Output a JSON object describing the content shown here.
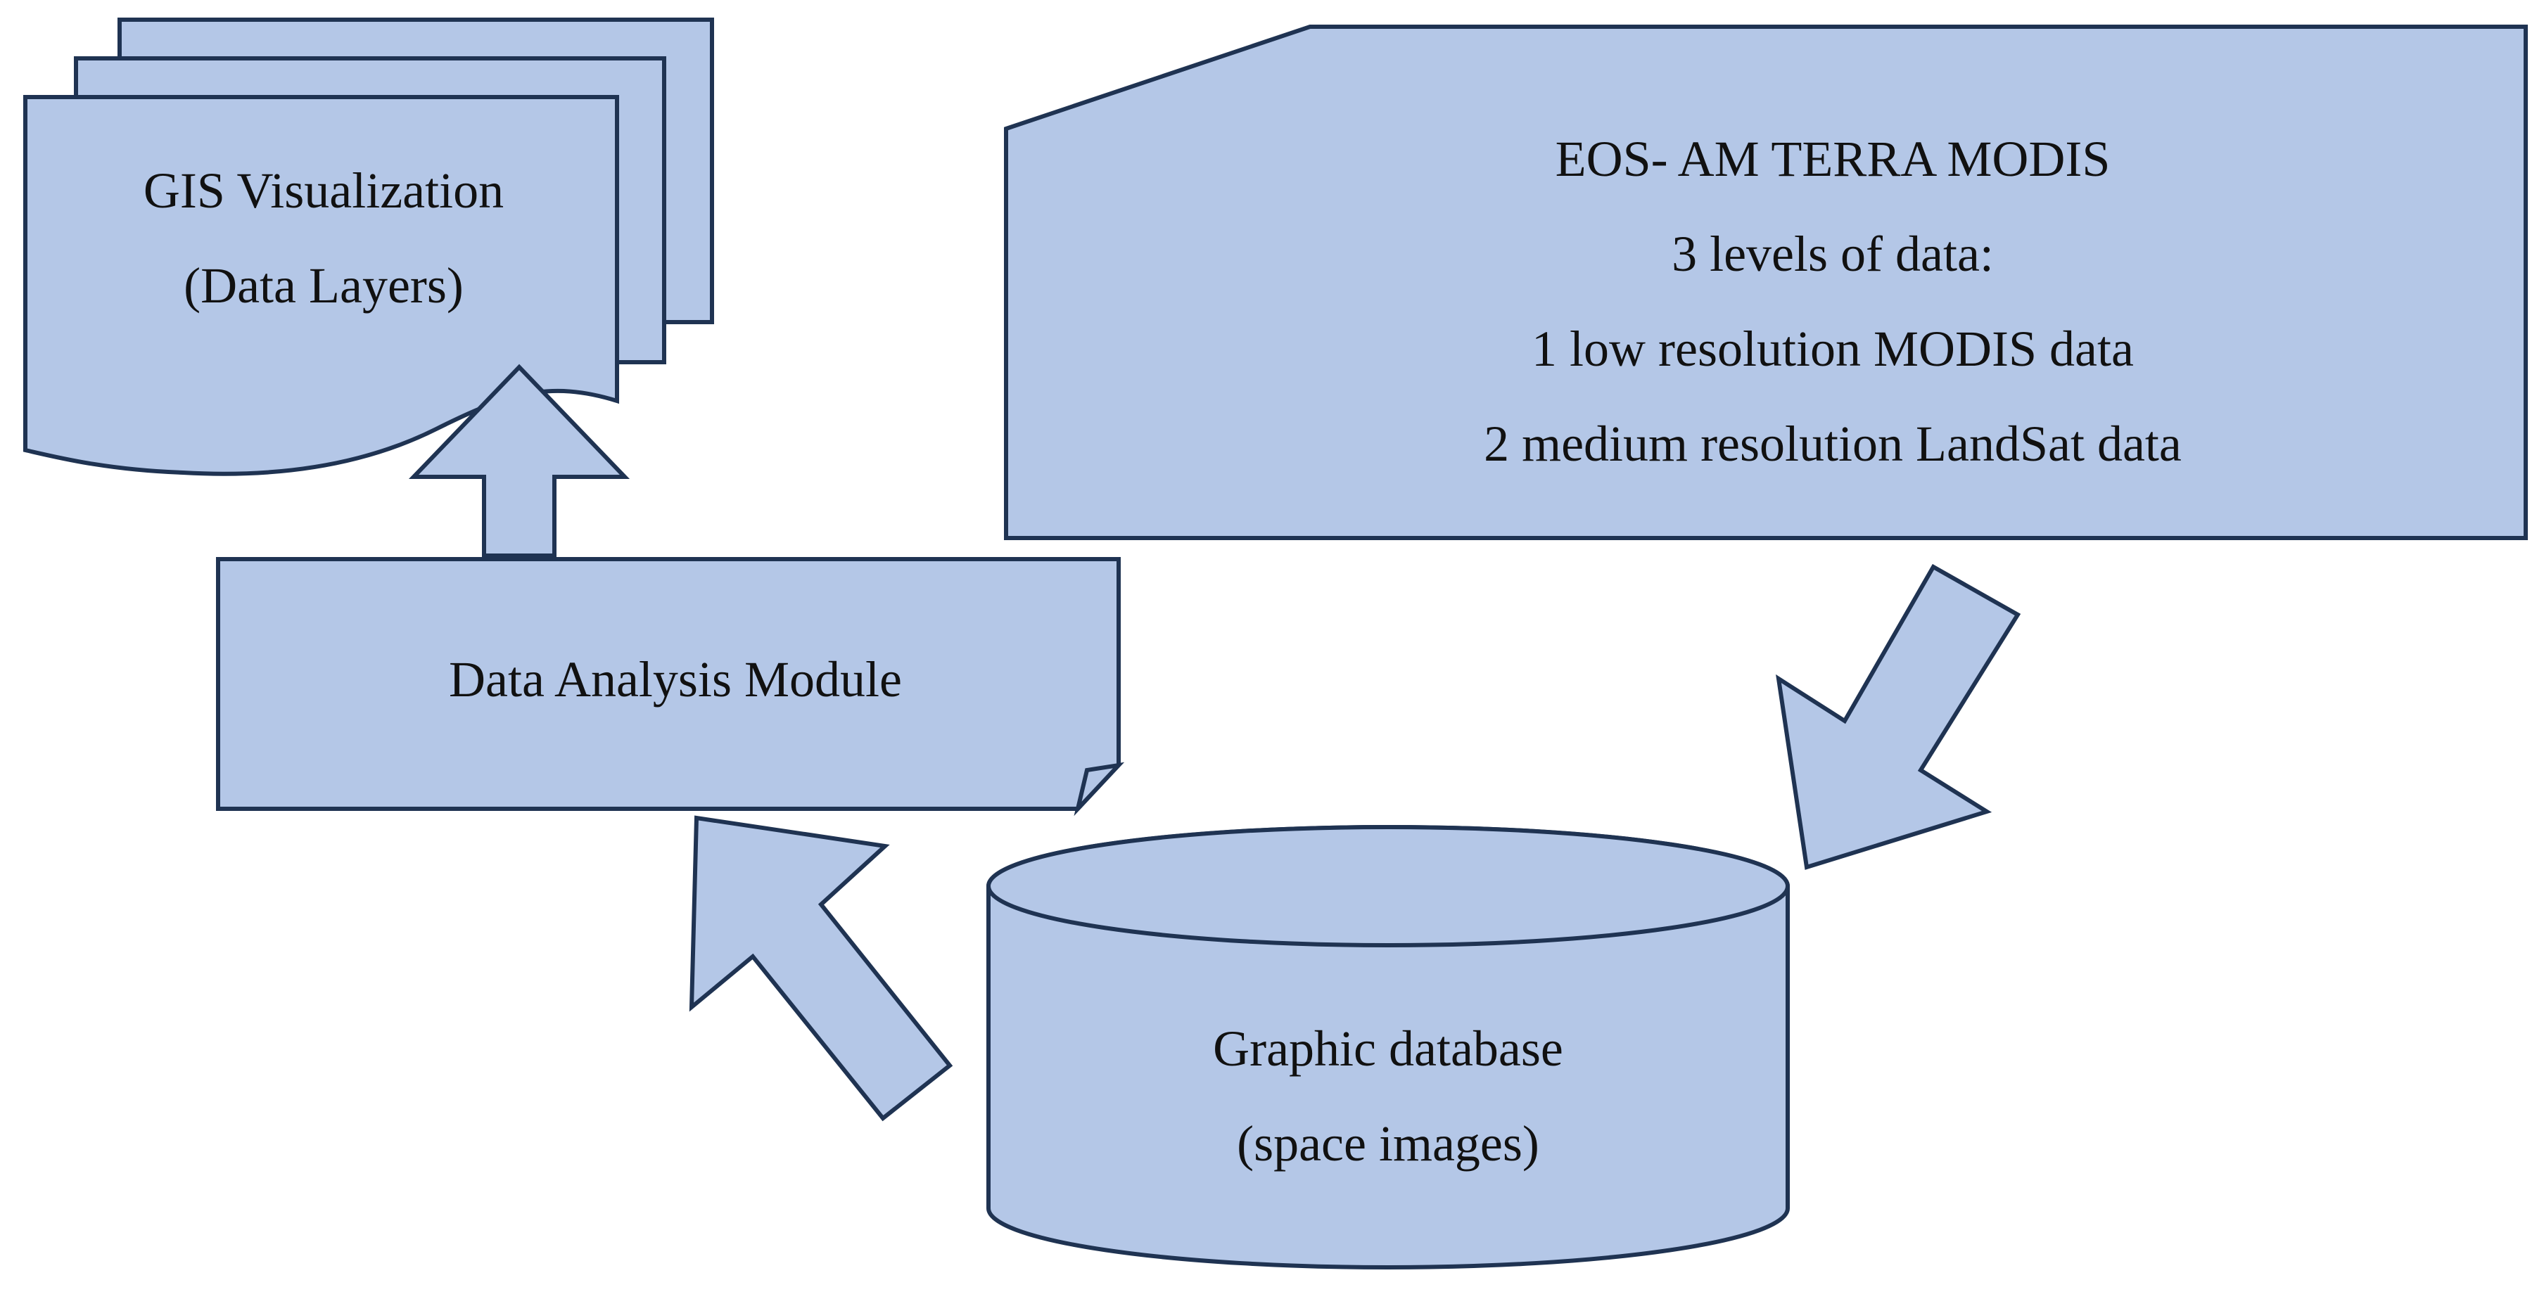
{
  "colors": {
    "fill": "#b4c7e7",
    "stroke": "#1f3352",
    "text": "#111111"
  },
  "gis": {
    "line1": "GIS Visualization",
    "line2": "(Data Layers)"
  },
  "eos": {
    "line1": "EOS- AM TERRA MODIS",
    "line2": "3 levels of data:",
    "line3": "1 low resolution MODIS data",
    "line4": "2 medium resolution LandSat data"
  },
  "module": {
    "label": "Data Analysis Module"
  },
  "database": {
    "line1": "Graphic database",
    "line2": "(space images)"
  }
}
